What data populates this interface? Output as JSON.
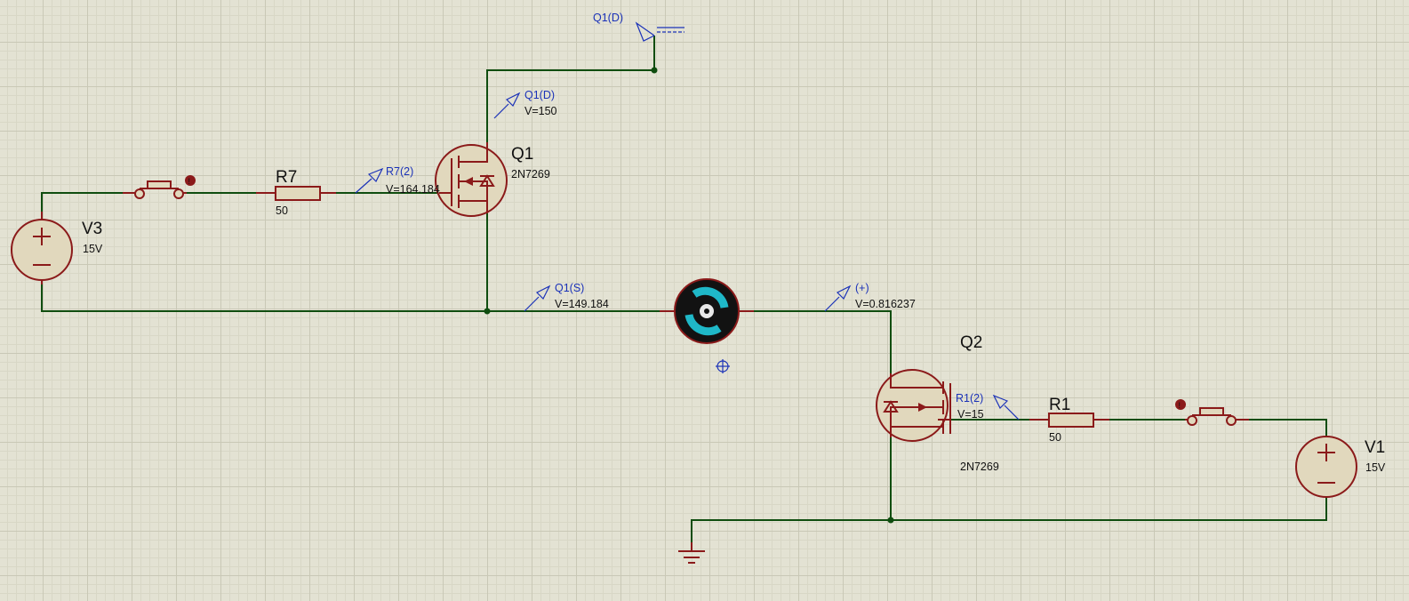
{
  "components": {
    "V3": {
      "name": "V3",
      "value": "15V"
    },
    "V1": {
      "name": "V1",
      "value": "15V"
    },
    "R7": {
      "name": "R7",
      "value": "50"
    },
    "R1": {
      "name": "R1",
      "value": "50"
    },
    "Q1": {
      "name": "Q1",
      "part": "2N7269"
    },
    "Q2": {
      "name": "Q2",
      "part": "2N7269"
    }
  },
  "probes": {
    "q1_drain_top": {
      "label": "Q1(D)"
    },
    "q1_drain": {
      "label": "Q1(D)",
      "reading": "V=150"
    },
    "r7_2": {
      "label": "R7(2)",
      "reading": "V=164.184"
    },
    "q1_source": {
      "label": "Q1(S)",
      "reading": "V=149.184"
    },
    "motor_plus": {
      "label": "(+)",
      "reading": "V=0.816237"
    },
    "r1_2": {
      "label": "R1(2)",
      "reading": "V=15"
    }
  },
  "colors": {
    "background": "#e3e2d3",
    "wire": "#0f4d0f",
    "component": "#8b1a1a",
    "component_fill": "#e1d8bd",
    "probe": "#1b32b8",
    "motor_rotor": "#1fb8c8"
  }
}
